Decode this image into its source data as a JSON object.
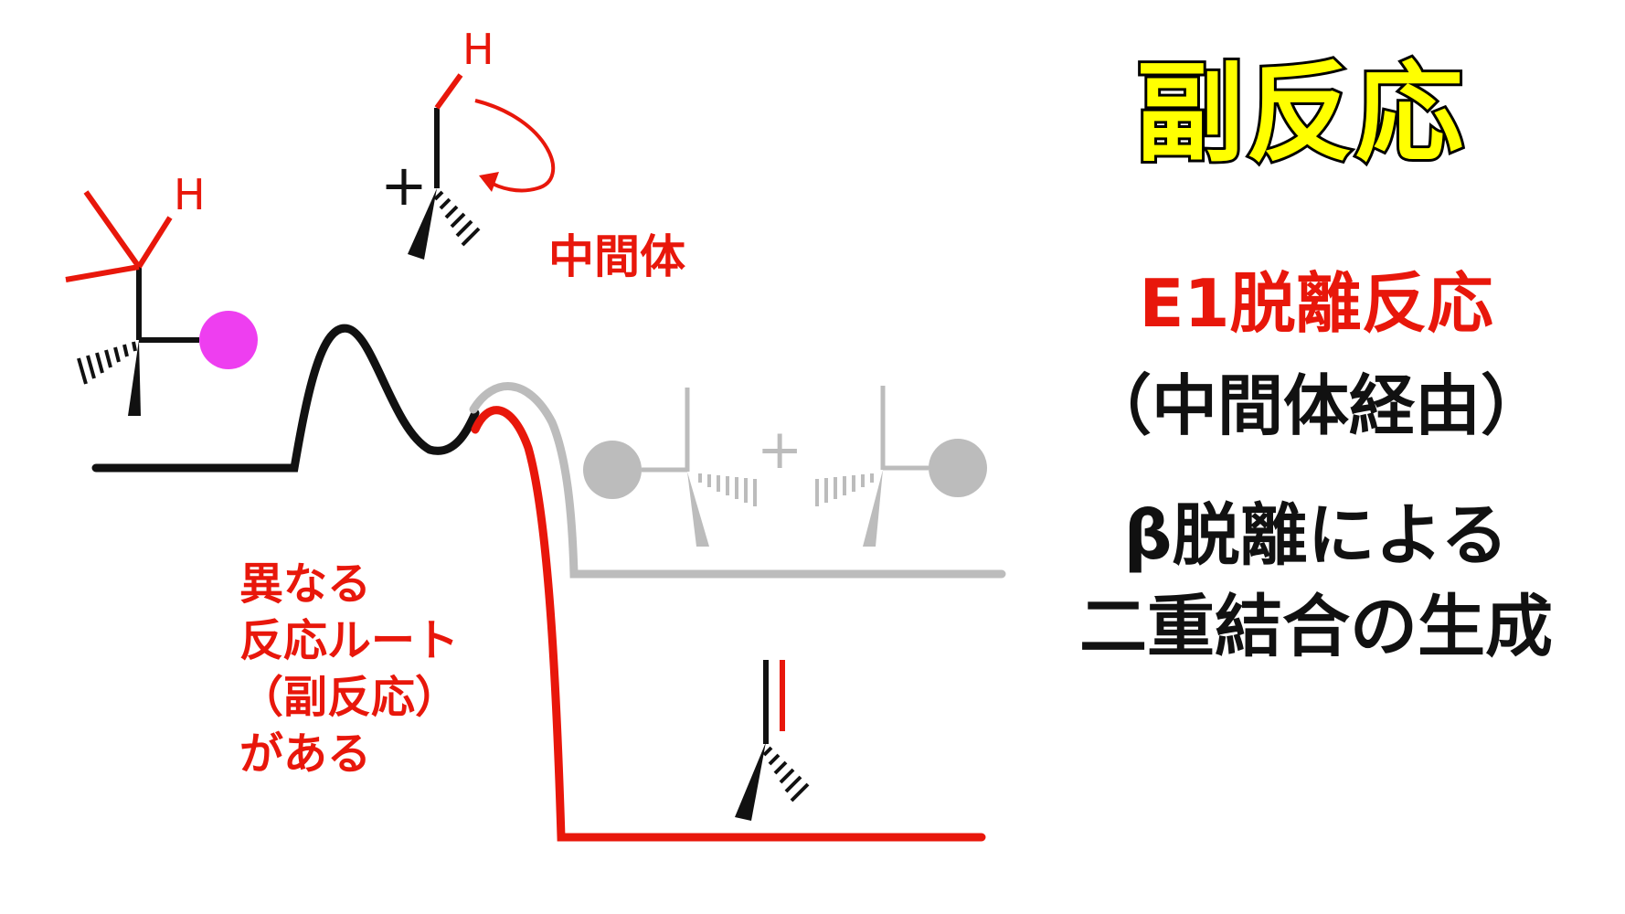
{
  "title": "副反応",
  "labels": {
    "intermediate": "中間体",
    "e1": "E1脱離反応",
    "via_intermediate": "（中間体経由）",
    "beta_line1": "β脱離による",
    "beta_line2": "二重結合の生成",
    "side_route": [
      "異なる",
      "反応ルート",
      "（副反応）",
      "がある"
    ],
    "h_top": "H",
    "h_left": "H",
    "plus_black": "+",
    "plus_gray": "+"
  },
  "colors": {
    "title_fill": "#ffff00",
    "red": "#e8170b",
    "black": "#111111",
    "gray": "#bcbcbc",
    "magenta": "#ee3ef0"
  }
}
